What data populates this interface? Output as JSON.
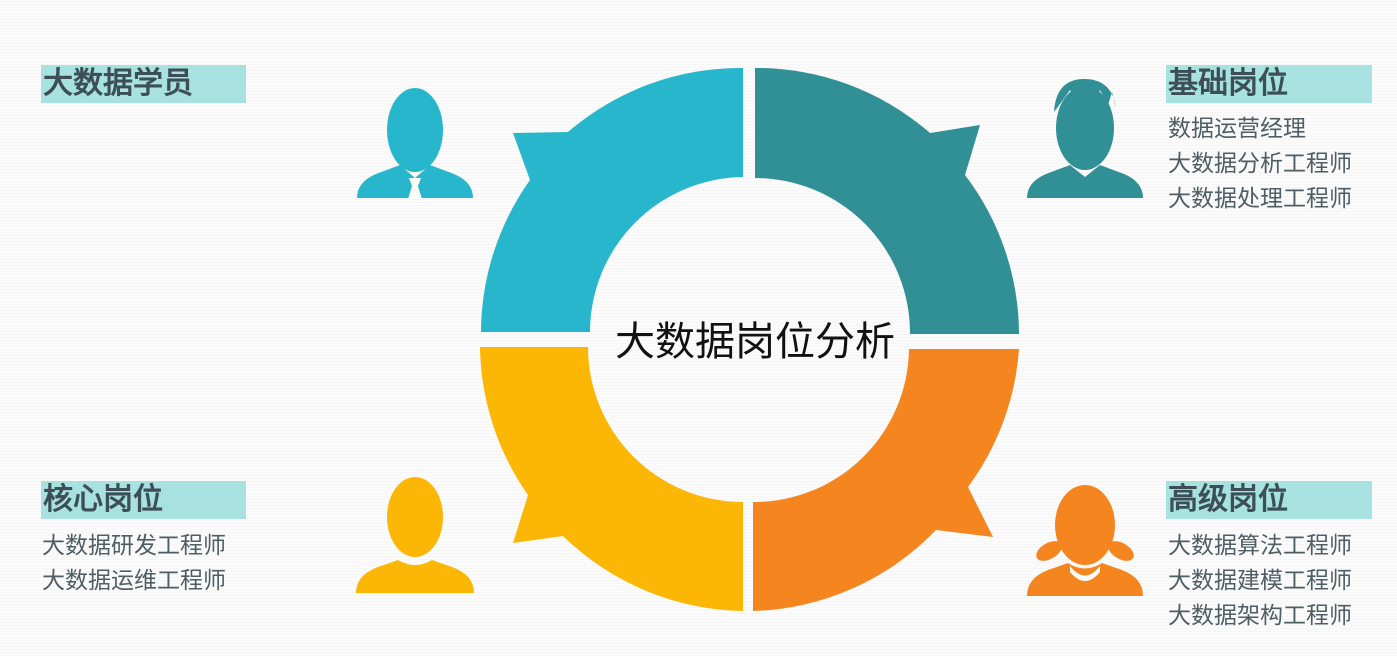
{
  "center": {
    "title": "大数据岗位分析"
  },
  "quadrants": {
    "top_left": {
      "heading": "大数据学员",
      "items": [],
      "color": "#28b6cc"
    },
    "top_right": {
      "heading": "基础岗位",
      "items": [
        "数据运营经理",
        "大数据分析工程师",
        "大数据处理工程师"
      ],
      "color": "#318f96"
    },
    "bottom_left": {
      "heading": "核心岗位",
      "items": [
        "大数据研发工程师",
        "大数据运维工程师"
      ],
      "color": "#fcb604"
    },
    "bottom_right": {
      "heading": "高级岗位",
      "items": [
        "大数据算法工程师",
        "大数据建模工程师",
        "大数据架构工程师"
      ],
      "color": "#f5861f"
    }
  },
  "heading_background": "#a8e2e0",
  "icons": {
    "top_left": "businessman-icon",
    "top_right": "man-icon",
    "bottom_left": "person-icon",
    "bottom_right": "woman-icon"
  }
}
